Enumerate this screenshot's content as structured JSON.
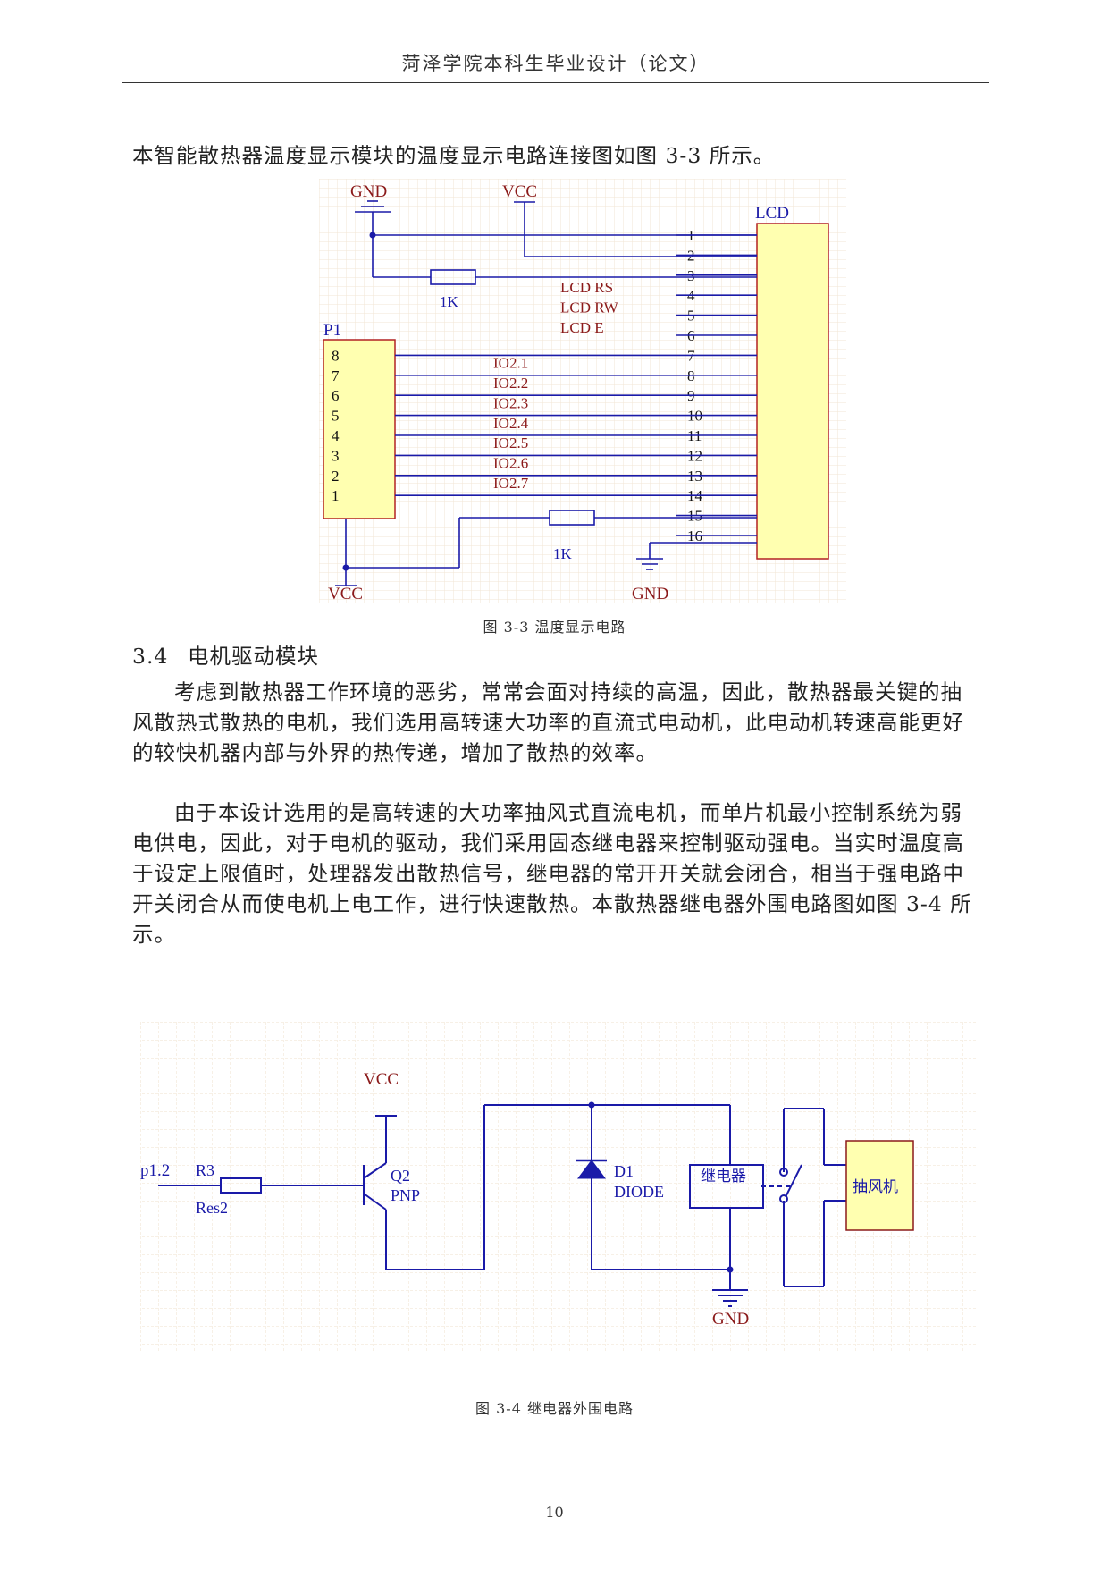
{
  "header": {
    "title": "菏泽学院本科生毕业设计（论文）"
  },
  "intro_text": "本智能散热器温度显示模块的温度显示电路连接图如图 3-3 所示。",
  "figure1": {
    "caption": "图 3-3  温度显示电路",
    "gnd_top": "GND",
    "vcc_top": "VCC",
    "lcd_label": "LCD",
    "p1_label": "P1",
    "resistor_top": "1K",
    "resistor_bottom": "1K",
    "vcc_bottom": "VCC",
    "gnd_bottom": "GND",
    "lcd_signals": [
      "LCD RS",
      "LCD RW",
      "LCD E"
    ],
    "lcd_pins": [
      "1",
      "2",
      "3",
      "4",
      "5",
      "6",
      "7",
      "8",
      "9",
      "10",
      "11",
      "12",
      "13",
      "14",
      "15",
      "16"
    ],
    "p1_pins": [
      "8",
      "7",
      "6",
      "5",
      "4",
      "3",
      "2",
      "1"
    ],
    "io_nets": [
      "IO2.1",
      "IO2.2",
      "IO2.3",
      "IO2.4",
      "IO2.5",
      "IO2.6",
      "IO2.7"
    ]
  },
  "section": {
    "number": "3.4",
    "title": "电机驱动模块"
  },
  "paragraph1": "考虑到散热器工作环境的恶劣，常常会面对持续的高温，因此，散热器最关键的抽风散热式散热的电机，我们选用高转速大功率的直流式电动机，此电动机转速高能更好的较快机器内部与外界的热传递，增加了散热的效率。",
  "paragraph2": "由于本设计选用的是高转速的大功率抽风式直流电机，而单片机最小控制系统为弱电供电，因此，对于电机的驱动，我们采用固态继电器来控制驱动强电。当实时温度高于设定上限值时，处理器发出散热信号，继电器的常开开关就会闭合，相当于强电路中开关闭合从而使电机上电工作，进行快速散热。本散热器继电器外围电路图如图 3-4 所示。",
  "figure2": {
    "caption": "图 3-4  继电器外围电路",
    "input_net": "p1.2",
    "resistor_ref": "R3",
    "resistor_value": "Res2",
    "vcc": "VCC",
    "transistor_ref": "Q2",
    "transistor_type": "PNP",
    "diode_ref": "D1",
    "diode_type": "DIODE",
    "relay_label": "继电器",
    "fan_label": "抽风机",
    "gnd": "GND"
  },
  "page_number": "10",
  "colors": {
    "wire": "#1a1aa8",
    "label": "#8b1a1a",
    "component_fill": "#ffffb0",
    "component_stroke": "#b22222",
    "grid": "#ecdcc4"
  }
}
